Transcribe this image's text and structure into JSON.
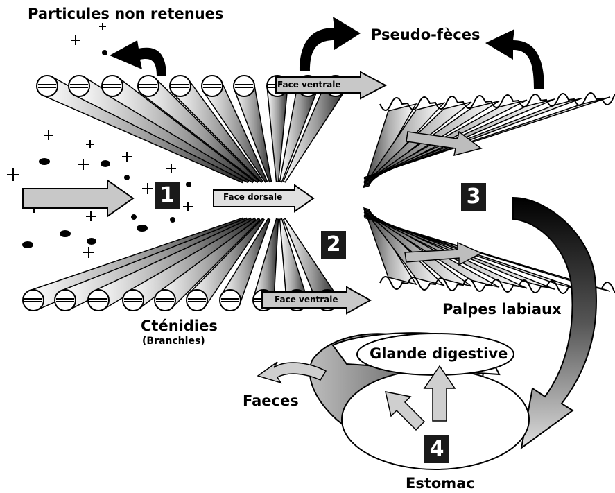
{
  "labels": {
    "particles": "Particules non retenues",
    "pseudo_feces": "Pseudo-fèces",
    "face_ventrale_top": "Face ventrale",
    "face_dorsale": "Face dorsale",
    "face_ventrale_bottom": "Face ventrale",
    "ctenidies": "Cténidies",
    "branchies": "(Branchies)",
    "palpes": "Palpes labiaux",
    "glande": "Glande digestive",
    "faeces": "Faeces",
    "estomac": "Estomac"
  },
  "steps": [
    "1",
    "2",
    "3",
    "4"
  ],
  "colors": {
    "ink": "#000000",
    "arrow_fill": "#c8c8c8",
    "box": "#1a1a1a"
  }
}
